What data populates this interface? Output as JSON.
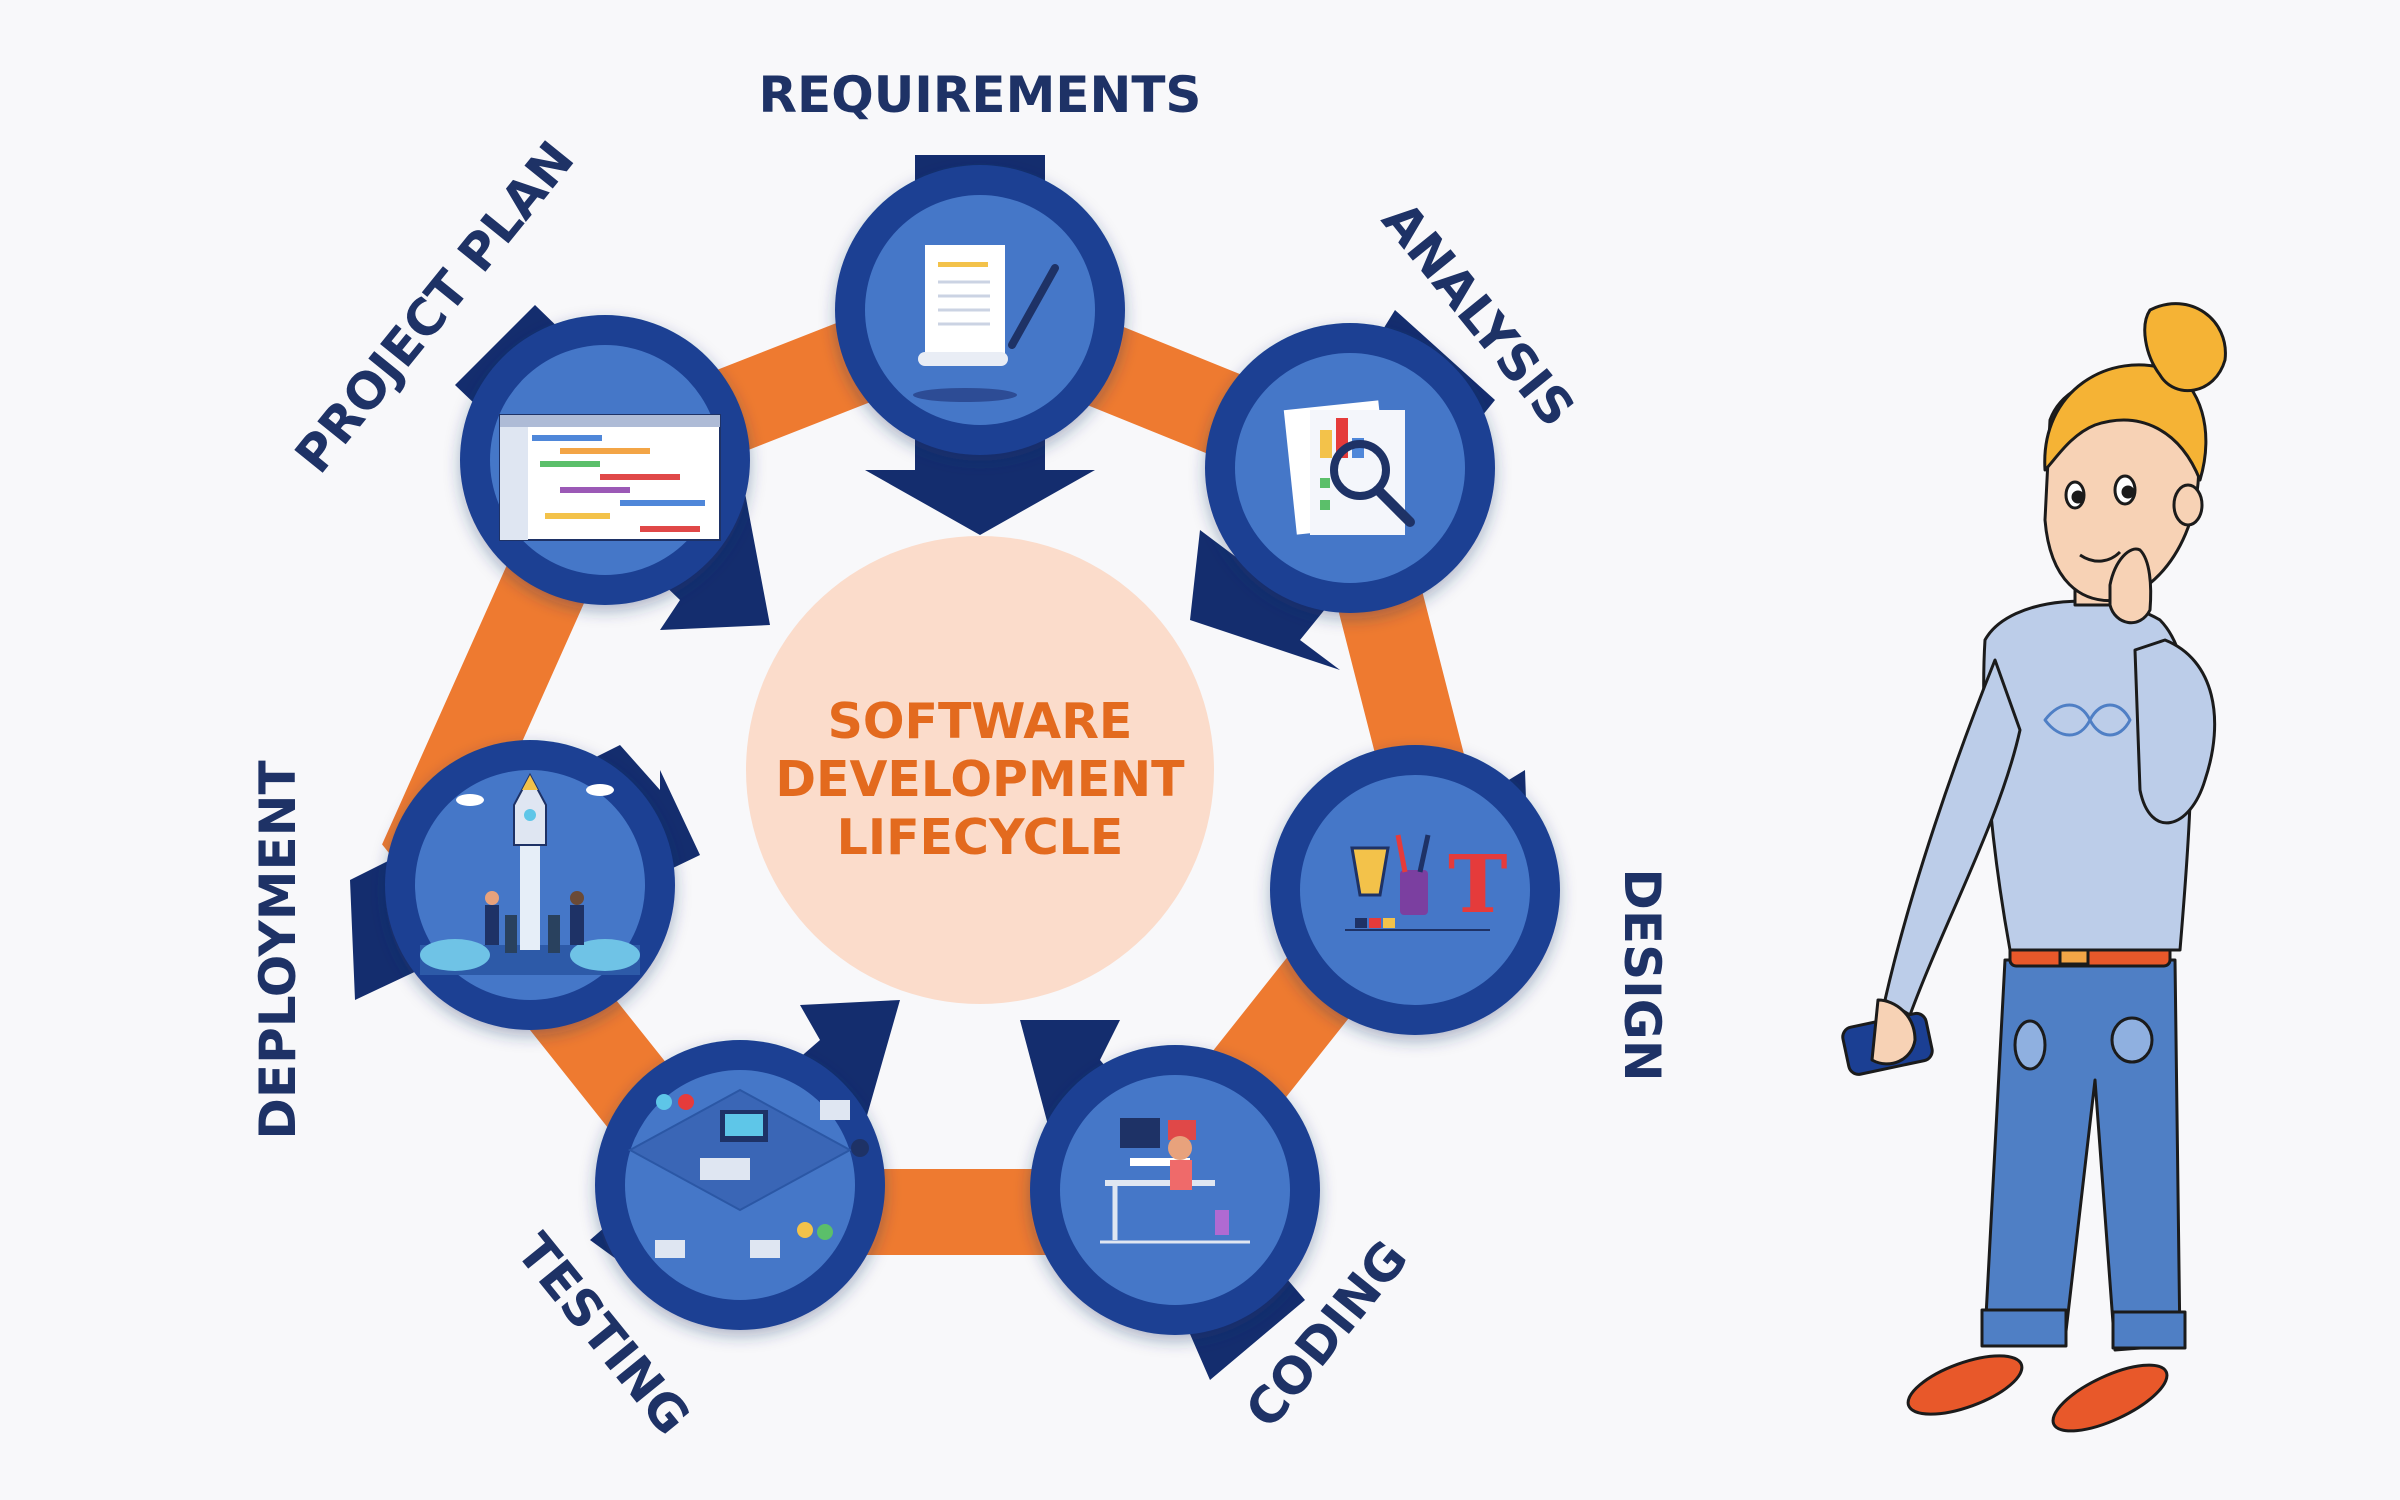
{
  "diagram": {
    "center_lines": [
      "SOFTWARE",
      "DEVELOPMENT",
      "LIFECYCLE"
    ],
    "stages": [
      {
        "label": "REQUIREMENTS",
        "icon": "document-quill-icon"
      },
      {
        "label": "ANALYSIS",
        "icon": "report-magnifier-icon"
      },
      {
        "label": "DESIGN",
        "icon": "design-tools-icon"
      },
      {
        "label": "CODING",
        "icon": "developer-desk-icon"
      },
      {
        "label": "TESTING",
        "icon": "testing-network-icon"
      },
      {
        "label": "DEPLOYMENT",
        "icon": "rocket-launch-icon"
      },
      {
        "label": "PROJECT PLAN",
        "icon": "gantt-chart-icon"
      }
    ]
  },
  "colors": {
    "navy": "#1e3266",
    "circle_ring": "#1b3f93",
    "circle_fill": "#4577c8",
    "ribbon": "#ee7a30",
    "center_fill": "#fbdccb",
    "center_text": "#e36a1e",
    "background": "#f8f8fa"
  }
}
